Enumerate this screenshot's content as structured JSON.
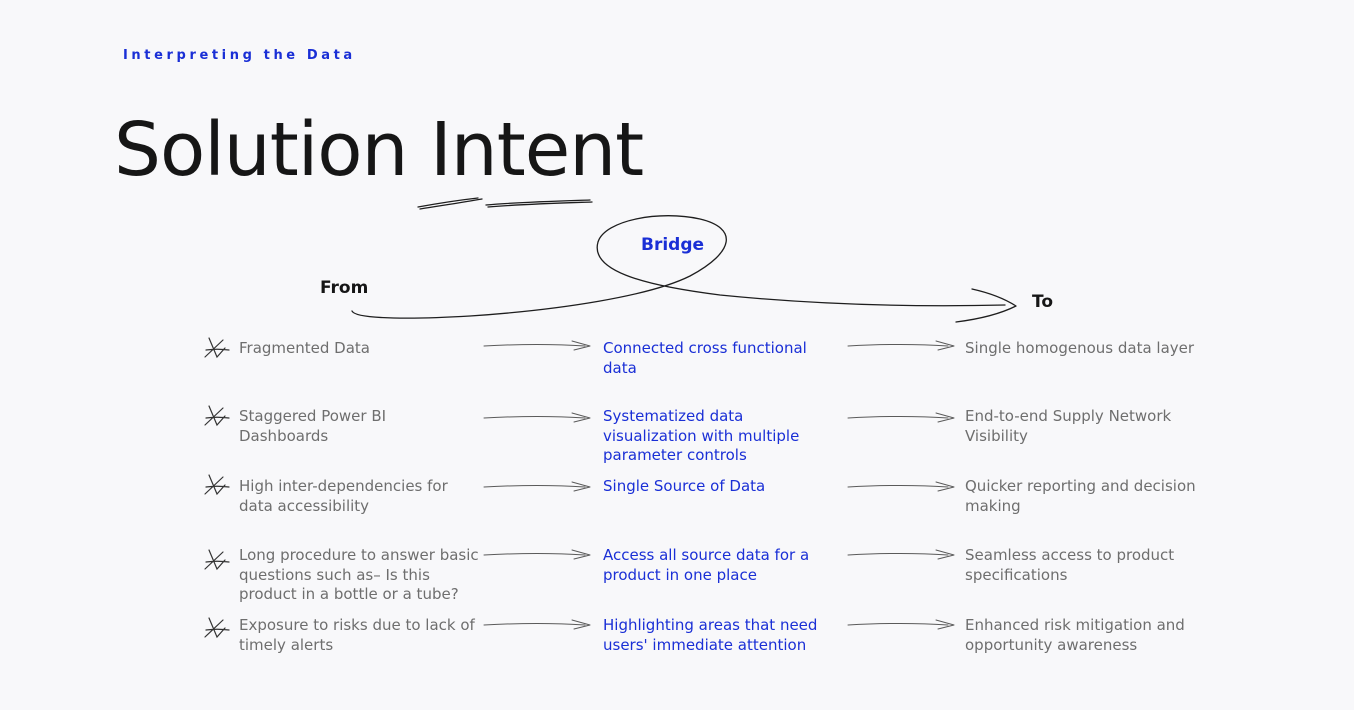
{
  "eyebrow": "Interpreting the Data",
  "title": "Solution Intent",
  "labels": {
    "from": "From",
    "bridge": "Bridge",
    "to": "To"
  },
  "colors": {
    "accent": "#1a2fd6",
    "text": "#161616",
    "muted": "#6e6e6e",
    "background": "#f8f8fa"
  },
  "icons": {
    "strikethrough": "crossed-out-arrow-icon",
    "connector": "hand-drawn-arrow-icon"
  },
  "rows": [
    {
      "from": "Fragmented Data",
      "bridge": "Connected cross functional data",
      "to": "Single homogenous data layer"
    },
    {
      "from": "Staggered Power BI Dashboards",
      "bridge": "Systematized data visualization with multiple parameter controls",
      "to": "End-to-end Supply Network Visibility"
    },
    {
      "from": "High inter-dependencies for data accessibility",
      "bridge": "Single Source of Data",
      "to": "Quicker reporting and decision making"
    },
    {
      "from": "Long procedure to answer basic questions such as– Is this product in a bottle or a tube?",
      "bridge": "Access all source data for a product in one place",
      "to": "Seamless access to product specifications"
    },
    {
      "from": "Exposure to risks due to lack of timely alerts",
      "bridge": "Highlighting areas that need users' immediate attention",
      "to": "Enhanced risk mitigation and opportunity awareness"
    }
  ]
}
